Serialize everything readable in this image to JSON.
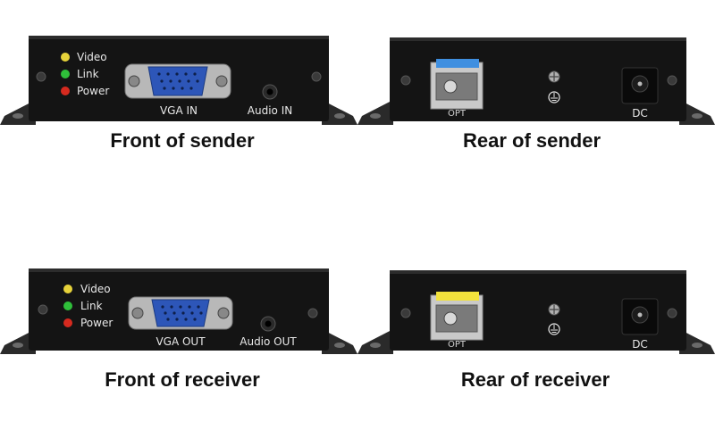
{
  "colors": {
    "background": "#ffffff",
    "device_body": "#141414",
    "flange": "#2a2a2a",
    "led_video": "#e6d23a",
    "led_link": "#2fbf3a",
    "led_power": "#d62a1f",
    "vga_blue": "#2d56b8",
    "sfp_sender_tab": "#3f8fe0",
    "sfp_receiver_tab": "#f2e23c",
    "label_white": "#e8e8e8"
  },
  "sender_front": {
    "caption": "Front of sender",
    "led_labels": [
      "Video",
      "Link",
      "Power"
    ],
    "port_label": "VGA IN",
    "audio_label": "Audio IN"
  },
  "sender_rear": {
    "caption": "Rear of sender",
    "opt_label": "OPT",
    "dc_label": "DC"
  },
  "receiver_front": {
    "caption": "Front of receiver",
    "led_labels": [
      "Video",
      "Link",
      "Power"
    ],
    "port_label": "VGA OUT",
    "audio_label": "Audio OUT"
  },
  "receiver_rear": {
    "caption": "Rear of receiver",
    "opt_label": "OPT",
    "dc_label": "DC"
  }
}
